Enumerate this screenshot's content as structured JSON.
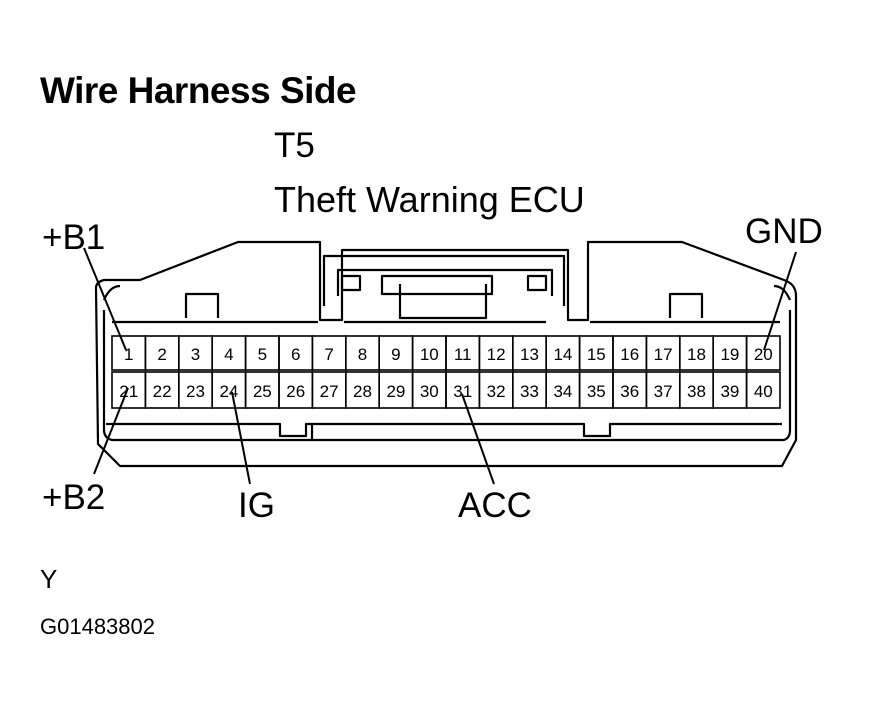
{
  "title": "Wire Harness Side",
  "connector": {
    "code": "T5",
    "name": "Theft Warning ECU"
  },
  "pins": {
    "top_row": [
      "1",
      "2",
      "3",
      "4",
      "5",
      "6",
      "7",
      "8",
      "9",
      "10",
      "11",
      "12",
      "13",
      "14",
      "15",
      "16",
      "17",
      "18",
      "19",
      "20"
    ],
    "bottom_row": [
      "21",
      "22",
      "23",
      "24",
      "25",
      "26",
      "27",
      "28",
      "29",
      "30",
      "31",
      "32",
      "33",
      "34",
      "35",
      "36",
      "37",
      "38",
      "39",
      "40"
    ]
  },
  "callouts": {
    "b1": "+B1",
    "gnd": "GND",
    "b2": "+B2",
    "ig": "IG",
    "acc": "ACC"
  },
  "wire_color": "Y",
  "figure_code": "G01483802"
}
